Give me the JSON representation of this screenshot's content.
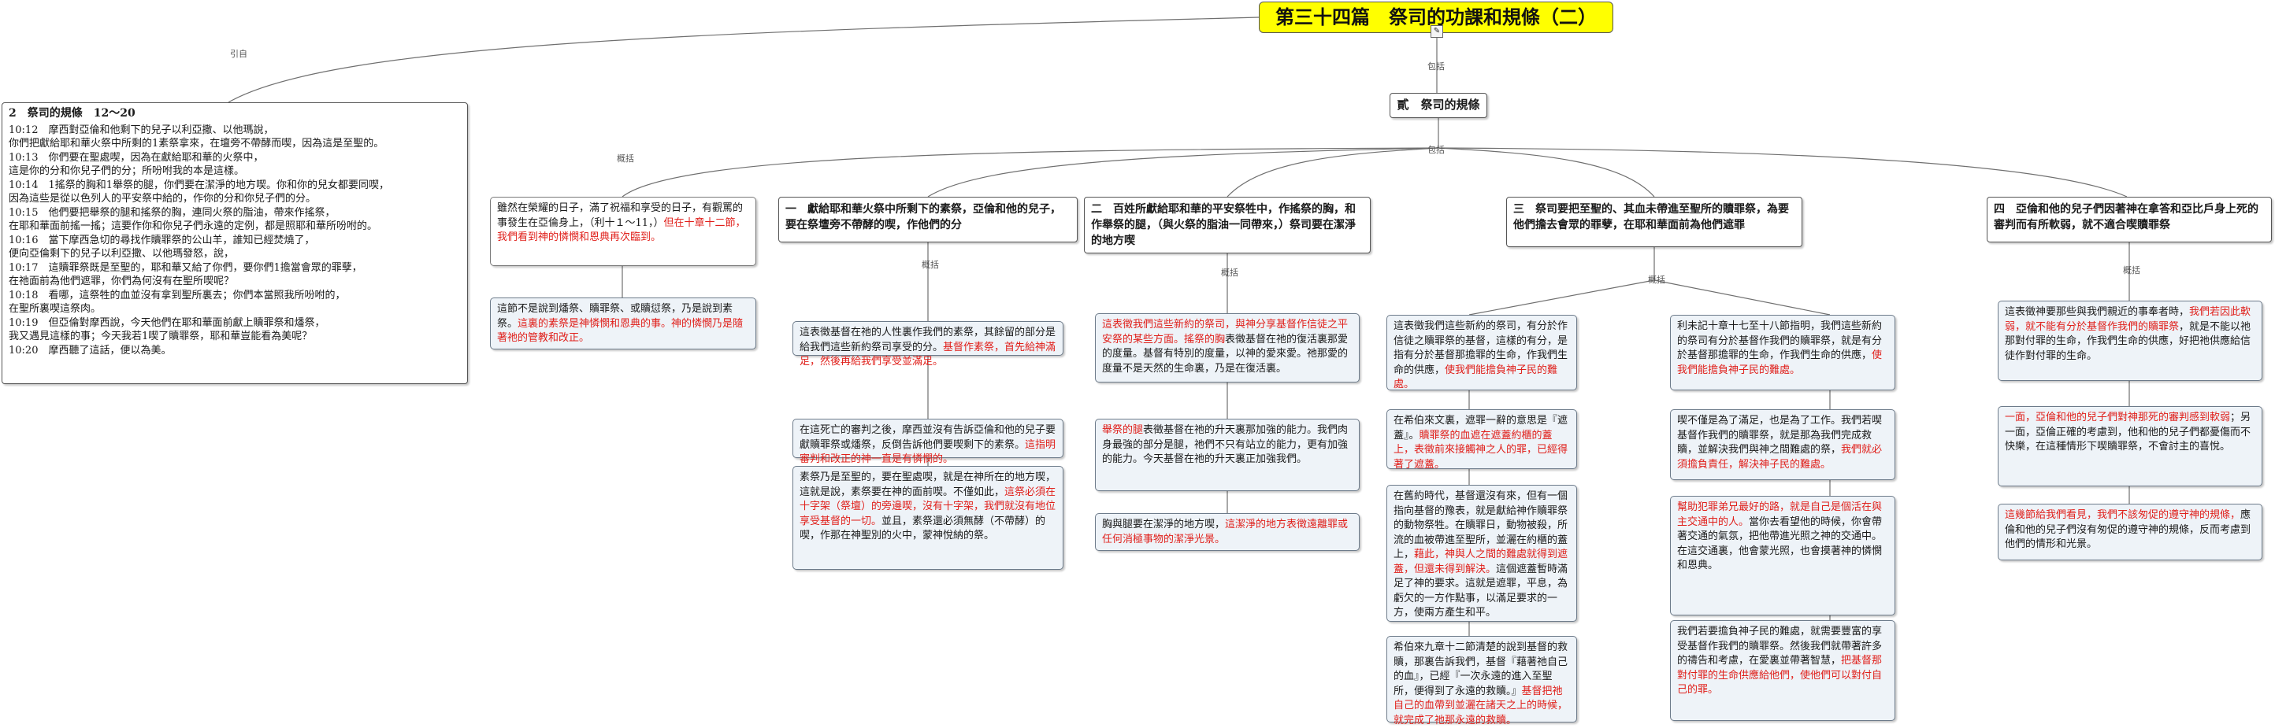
{
  "title": "第三十四篇　祭司的功課和規條（二）",
  "labels": {
    "cite": "引自",
    "include": "包括",
    "summary": "概括"
  },
  "root_icon": "note-icon",
  "reference": {
    "heading": "2　祭司的規條　12～20",
    "lines": [
      "10:12　摩西對亞倫和他剩下的兒子以利亞撒、以他瑪說，",
      "你們把獻給耶和華火祭中所剩的1素祭拿來，在壇旁不帶酵而喫，因為這是至聖的。",
      "10:13　你們要在聖處喫，因為在獻給耶和華的火祭中，",
      "這是你的分和你兒子們的分；所吩咐我的本是這樣。",
      "10:14　1搖祭的胸和1舉祭的腿，你們要在潔淨的地方喫。你和你的兒女都要同喫，",
      "因為這些是從以色列人的平安祭中給的，作你的分和你兒子們的分。",
      "10:15　他們要把舉祭的腿和搖祭的胸，連同火祭的脂油，帶來作搖祭，",
      "在耶和華面前搖一搖；這要作你和你兒子們永遠的定例，都是照耶和華所吩咐的。",
      "10:16　當下摩西急切的尋找作贖罪祭的公山羊，誰知已經焚燒了，",
      "便向亞倫剩下的兒子以利亞撒、以他瑪發怒，說，",
      "10:17　這贖罪祭既是至聖的，耶和華又給了你們，要你們1擔當會眾的罪孽，",
      "在祂面前為他們遮罪，你們為何沒有在聖所喫呢？",
      "10:18　看哪，這祭牲的血並沒有拿到聖所裏去；你們本當照我所吩咐的，",
      "在聖所裏喫這祭肉。",
      "10:19　但亞倫對摩西說，今天他們在耶和華面前獻上贖罪祭和燔祭，",
      "我又遇見這樣的事；今天我若1喫了贖罪祭，耶和華豈能看為美呢？",
      "10:20　摩西聽了這話，便以為美。"
    ]
  },
  "middle": {
    "label": "貳　祭司的規條"
  },
  "intro": {
    "segments": [
      {
        "text": "雖然在榮耀的日子，滿了祝福和享受的日子，有觀罵的事發生在亞倫身上，（利十１～11，）",
        "red": false
      },
      {
        "text": "但在十章十二節，我們看到神的憐憫和恩典再次臨到。",
        "red": true
      }
    ],
    "child": {
      "segments": [
        {
          "text": "這節不是說到燔祭、贖罪祭、或贖愆祭，乃是說到素祭。",
          "red": false
        },
        {
          "text": "這裏的素祭是神憐憫和恩典的事。神的憐憫乃是隨著祂的管教和改正。",
          "red": true
        }
      ]
    }
  },
  "branches": [
    {
      "heading": "一　獻給耶和華火祭中所剩下的素祭，亞倫和他的兒子，要在祭壇旁不帶酵的喫，作他們的分",
      "notes": [
        {
          "segments": [
            {
              "text": "這表徵基督在祂的人性裏作我們的素祭，其餘留的部分是給我們這些新約祭司享受的分。",
              "red": false
            },
            {
              "text": "基督作素祭，首先給神滿足，然後再給我們享受並滿足。",
              "red": true
            }
          ]
        },
        {
          "segments": [
            {
              "text": "在這死亡的審判之後，摩西並沒有告訴亞倫和他的兒子要獻贖罪祭或燔祭，反倒告訴他們要喫剩下的素祭。",
              "red": false
            },
            {
              "text": "這指明審判和改正的神一直是有憐憫的。",
              "red": true
            }
          ]
        },
        {
          "segments": [
            {
              "text": "素祭乃是至聖的，要在聖處喫，就是在神所在的地方喫，這就是說，素祭要在神的面前喫。不僅如此，",
              "red": false
            },
            {
              "text": "這祭必須在十字架（祭壇）的旁邊喫，沒有十字架，我們就沒有地位享受基督的一切。",
              "red": true
            },
            {
              "text": "並且，素祭還必須無酵（不帶酵）的喫，作那在神聖別的火中，蒙神悅納的祭。",
              "red": false
            }
          ]
        }
      ]
    },
    {
      "heading": "二　百姓所獻給耶和華的平安祭牲中，作搖祭的胸，和作舉祭的腿，（與火祭的脂油一同帶來，）祭司要在潔淨的地方喫",
      "notes": [
        {
          "segments": [
            {
              "text": "這表徵我們這些新約的祭司，與神分享基督作信徒之平安祭的某些方面。搖祭的胸",
              "red": true
            },
            {
              "text": "表徵基督在祂的復活裏那愛的度量。基督有特別的度量，以神的愛來愛。祂那愛的度量不是天然的生命裏，乃是在復活裏。",
              "red": false
            }
          ]
        },
        {
          "segments": [
            {
              "text": "舉祭的腿",
              "red": true
            },
            {
              "text": "表徵基督在祂的升天裏那加強的能力。我們肉身最強的部分是腿，祂們不只有站立的能力，更有加強的能力。今天基督在祂的升天裏正加強我們。",
              "red": false
            }
          ]
        },
        {
          "segments": [
            {
              "text": "胸與腿要在潔淨的地方喫，",
              "red": false
            },
            {
              "text": "這潔淨的地方表徵遠離罪或任何消極事物的潔淨光景。",
              "red": true
            }
          ]
        }
      ]
    },
    {
      "heading": "三　祭司要把至聖的、其血未帶進至聖所的贖罪祭，為要他們擔去會眾的罪孽，在耶和華面前為他們遮罪",
      "notes": [
        {
          "segments": [
            {
              "text": "這表徵我們這些新約的祭司，有分於作信徒之贖罪祭的基督，這樣的有分，是指有分於基督那擔罪的生命，作我們生命的供應，",
              "red": false
            },
            {
              "text": "使我們能擔負神子民的難處。",
              "red": true
            }
          ]
        },
        {
          "segments": [
            {
              "text": "在希伯來文裏，遮罪一辭的意思是『遮蓋』。",
              "red": false
            },
            {
              "text": "贖罪祭的血遮在遮蓋約櫃的蓋上，表徵前來接觸神之人的罪，已經得著了遮蓋。",
              "red": true
            }
          ]
        },
        {
          "segments": [
            {
              "text": "在舊約時代，基督還沒有來，但有一個指向基督的豫表，就是獻給神作贖罪祭的動物祭牲。在贖罪日，動物被殺，所流的血被帶進至聖所，並灑在約櫃的蓋上，",
              "red": false
            },
            {
              "text": "藉此，神與人之間的難處就得到遮蓋，但還未得到解決。",
              "red": true
            },
            {
              "text": "這個遮蓋暫時滿足了神的要求。這就是遮罪，平息，為虧欠的一方作點事，以滿足要求的一方，使兩方產生和平。",
              "red": false
            }
          ]
        },
        {
          "segments": [
            {
              "text": "希伯來九章十二節清楚的說到基督的救贖，那裏告訴我們，基督『藉著祂自己的血』，已經『一次永遠的進入至聖所，便得到了永遠的救贖。』",
              "red": false
            },
            {
              "text": "基督把祂自己的血帶到並灑在諸天之上的時候，就完成了祂那永遠的救贖。",
              "red": true
            }
          ]
        }
      ],
      "notes_right": [
        {
          "segments": [
            {
              "text": "利未記十章十七至十八節指明，我們這些新約的祭司有分於基督作我們的贖罪祭，就是有分於基督那擔罪的生命，作我們生命的供應，",
              "red": false
            },
            {
              "text": "使我們能擔負神子民的難處。",
              "red": true
            }
          ]
        },
        {
          "segments": [
            {
              "text": "喫不僅是為了滿足，也是為了工作。我們若喫基督作我們的贖罪祭，就是那為我們完成救贖，並解決我們與神之間難處的祭，",
              "red": false
            },
            {
              "text": "我們就必須擔負責任，解決神子民的難處。",
              "red": true
            }
          ]
        },
        {
          "segments": [
            {
              "text": "幫助犯罪弟兄最好的路，就是自己是個活在與主交通中的人。",
              "red": true
            },
            {
              "text": "當你去看望他的時候，你會帶著交通的氣氛，把他帶進光照之神的交通中。在這交通裏，他會蒙光照，也會摸著神的憐憫和恩典。",
              "red": false
            }
          ]
        },
        {
          "segments": [
            {
              "text": "我們若要擔負神子民的難處，就需要豐富的享受基督作我們的贖罪祭。然後我們就帶著許多的禱告和考慮，在愛裏並帶著智慧，",
              "red": false
            },
            {
              "text": "把基督那對付罪的生命供應給他們，使他們可以對付自己的罪。",
              "red": true
            }
          ]
        }
      ]
    },
    {
      "heading": "四　亞倫和他的兒子們因著神在拿答和亞比戶身上死的審判而有所軟弱，就不適合喫贖罪祭",
      "notes": [
        {
          "segments": [
            {
              "text": "這表徵神要那些與我們親近的事奉者時，",
              "red": false
            },
            {
              "text": "我們若因此軟弱，就不能有分於基督作我們的贖罪祭",
              "red": true
            },
            {
              "text": "，就是不能以祂那對付罪的生命，作我們生命的供應，好把祂供應給信徒作對付罪的生命。",
              "red": false
            }
          ]
        },
        {
          "segments": [
            {
              "text": "一面，亞倫和他的兒子們對神那死的審判感到軟弱",
              "red": true
            },
            {
              "text": "；另一面，亞倫正確的考慮到，他和他的兒子們都憂傷而不快樂，在這種情形下喫贖罪祭，不會討主的喜悅。",
              "red": false
            }
          ]
        },
        {
          "segments": [
            {
              "text": "這幾節給我們看見，我們不該匆促的遵守神的規條，",
              "red": true
            },
            {
              "text": "應倫和他的兒子們沒有匆促的遵守神的規條，反而考慮到他們的情形和光景。",
              "red": false
            }
          ]
        }
      ]
    }
  ]
}
